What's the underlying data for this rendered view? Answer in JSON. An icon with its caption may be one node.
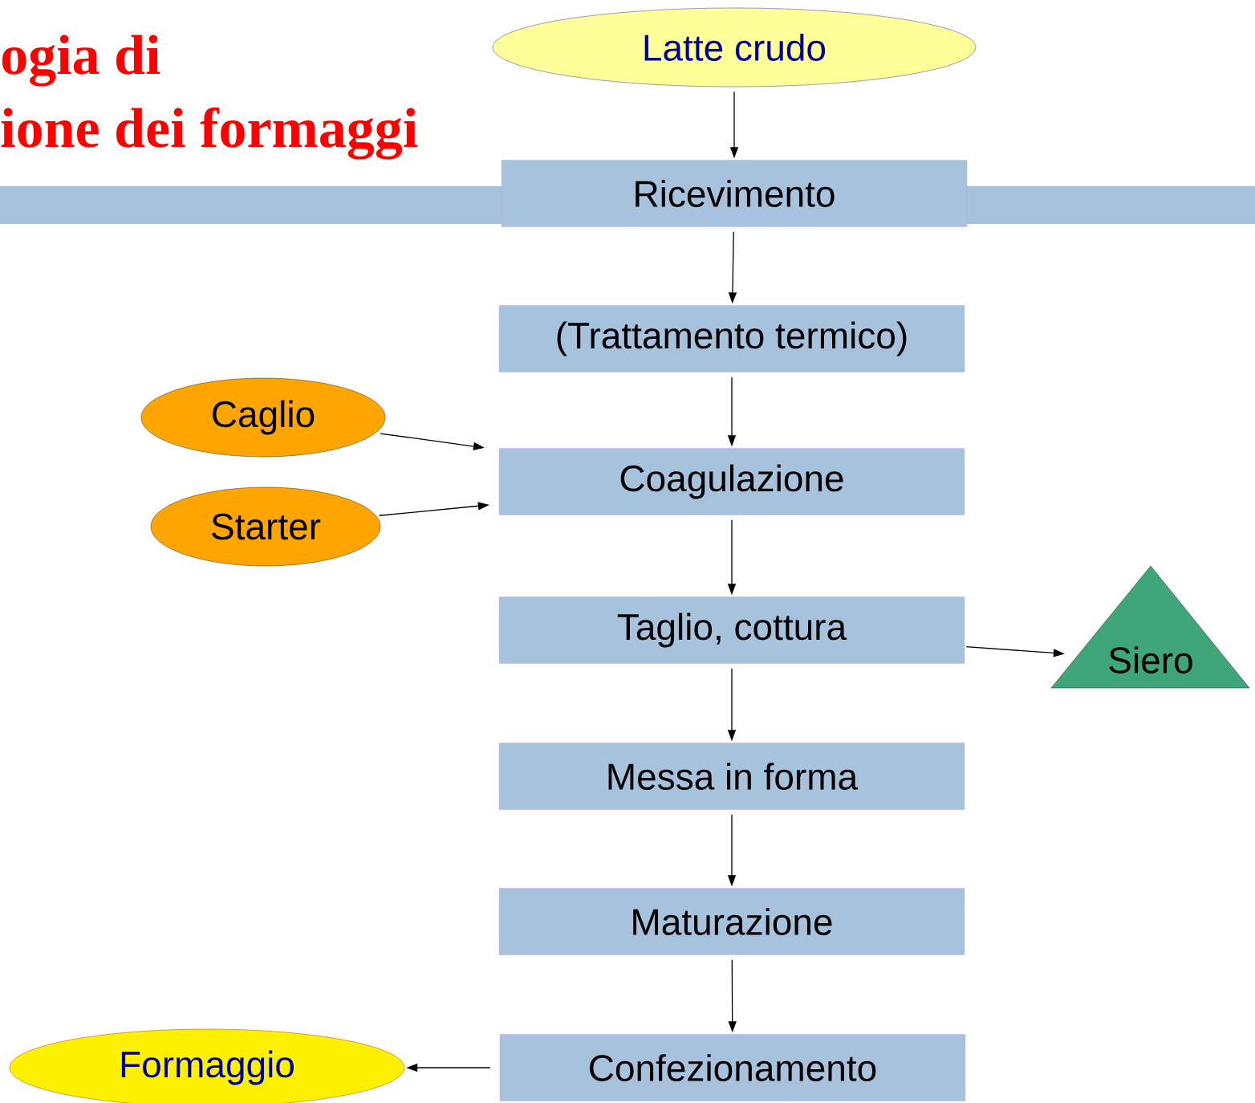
{
  "diagram": {
    "nodes": [
      {
        "text": [
          "Latte crudo"
        ]
      },
      {
        "text": [
          "Ricevimento"
        ]
      },
      {
        "text": [
          "(Trattamento termico)"
        ]
      },
      {
        "text": [
          "Caglio"
        ]
      },
      {
        "text": [
          "Starter"
        ]
      },
      {
        "text": [
          "Coagulazione"
        ]
      },
      {
        "text": [
          "Taglio, cottura"
        ]
      },
      {
        "text": [
          "Siero"
        ]
      },
      {
        "text": [
          "Messa in forma"
        ]
      },
      {
        "text": [
          "Maturazione"
        ]
      },
      {
        "text": [
          "Formaggio"
        ]
      },
      {
        "text": [
          "Confezionamento"
        ]
      }
    ],
    "edges": [
      {
        "from": 0,
        "to": 1,
        "arrow": "to"
      },
      {
        "from": 1,
        "to": 2,
        "arrow": "to"
      },
      {
        "from": 2,
        "to": 5,
        "arrow": "to"
      },
      {
        "from": 3,
        "to": 5,
        "arrow": "to"
      },
      {
        "from": 4,
        "to": 5,
        "arrow": "to"
      },
      {
        "from": 5,
        "to": 6,
        "arrow": "to"
      },
      {
        "from": 6,
        "to": 7,
        "arrow": "to"
      },
      {
        "from": 6,
        "to": 8,
        "arrow": "to"
      },
      {
        "from": 8,
        "to": 9,
        "arrow": "to"
      },
      {
        "from": 9,
        "to": 11,
        "arrow": "to"
      },
      {
        "from": 11,
        "to": 10,
        "arrow": "to"
      }
    ],
    "labels": [
      "ogia di",
      "ione dei formaggi"
    ]
  }
}
